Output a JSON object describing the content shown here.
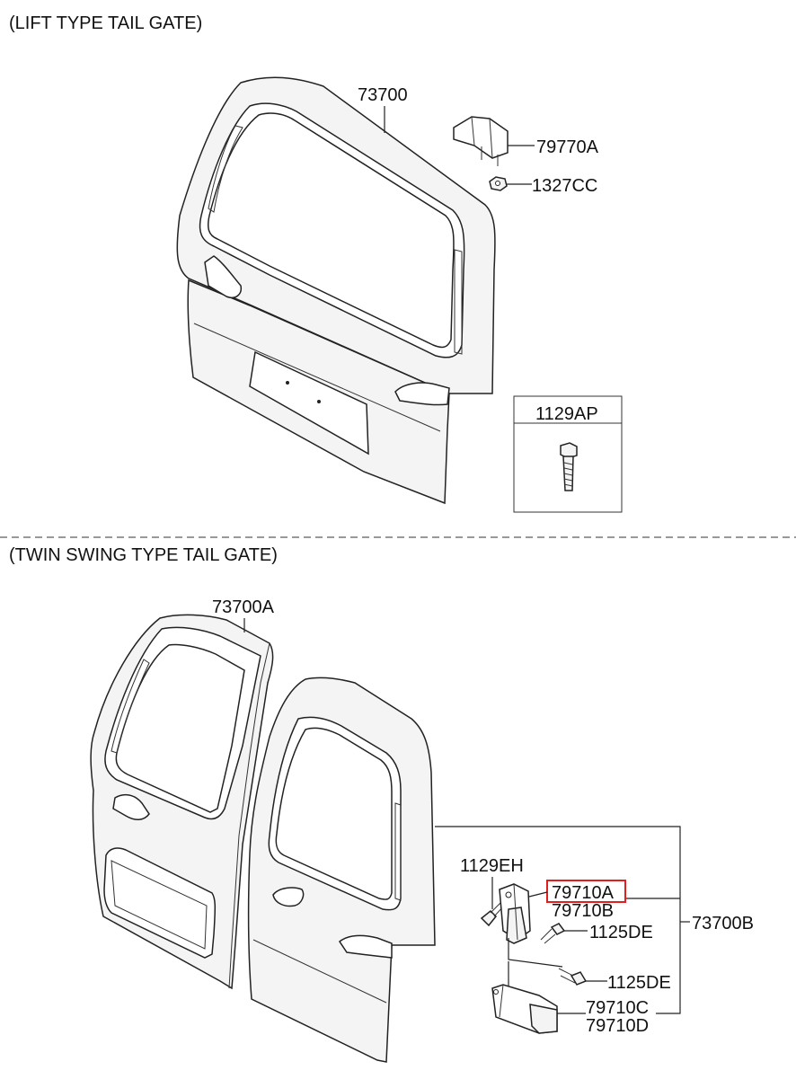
{
  "sections": {
    "lift": "(LIFT TYPE TAIL GATE)",
    "twin": "(TWIN SWING TYPE TAIL GATE)"
  },
  "lift_parts": {
    "gate": "73700",
    "hinge": "79770A",
    "nut": "1327CC",
    "box_bolt": "1129AP"
  },
  "twin_parts": {
    "left_gate": "73700A",
    "right_gate": "73700B",
    "hinge_bolt": "1129EH",
    "upper_hinge_a": "79710A",
    "upper_hinge_b": "79710B",
    "bolt_upper": "1125DE",
    "bolt_lower": "1125DE",
    "lower_hinge_c": "79710C",
    "lower_hinge_d": "79710D"
  },
  "highlight": {
    "part": "79710A",
    "color": "#e0201e"
  }
}
